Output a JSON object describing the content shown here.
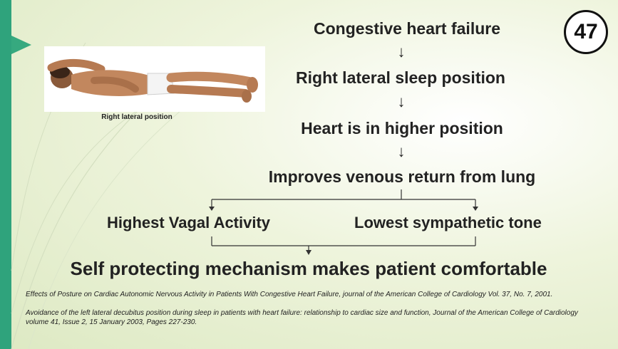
{
  "slide_number": "47",
  "image": {
    "caption": "Right lateral position"
  },
  "flow": {
    "step1": "Congestive heart failure",
    "step2": "Right lateral sleep position",
    "step3": "Heart is in higher position",
    "step4": "Improves venous return from lung",
    "branch_left": "Highest Vagal Activity",
    "branch_right": "Lowest sympathetic tone",
    "conclusion": "Self protecting mechanism makes patient comfortable"
  },
  "references": [
    "Effects of Posture on Cardiac Autonomic Nervous Activity in Patients With Congestive Heart Failure, journal of the American College of Cardiology Vol. 37, No. 7, 2001.",
    "Avoidance of the left lateral decubitus position during sleep in patients with heart failure: relationship to cardiac size and function, Journal of the American College of Cardiology volume 41, Issue 2, 15 January 2003, Pages 227-230."
  ],
  "colors": {
    "accent_green": "#2fa37c",
    "text": "#222222"
  }
}
